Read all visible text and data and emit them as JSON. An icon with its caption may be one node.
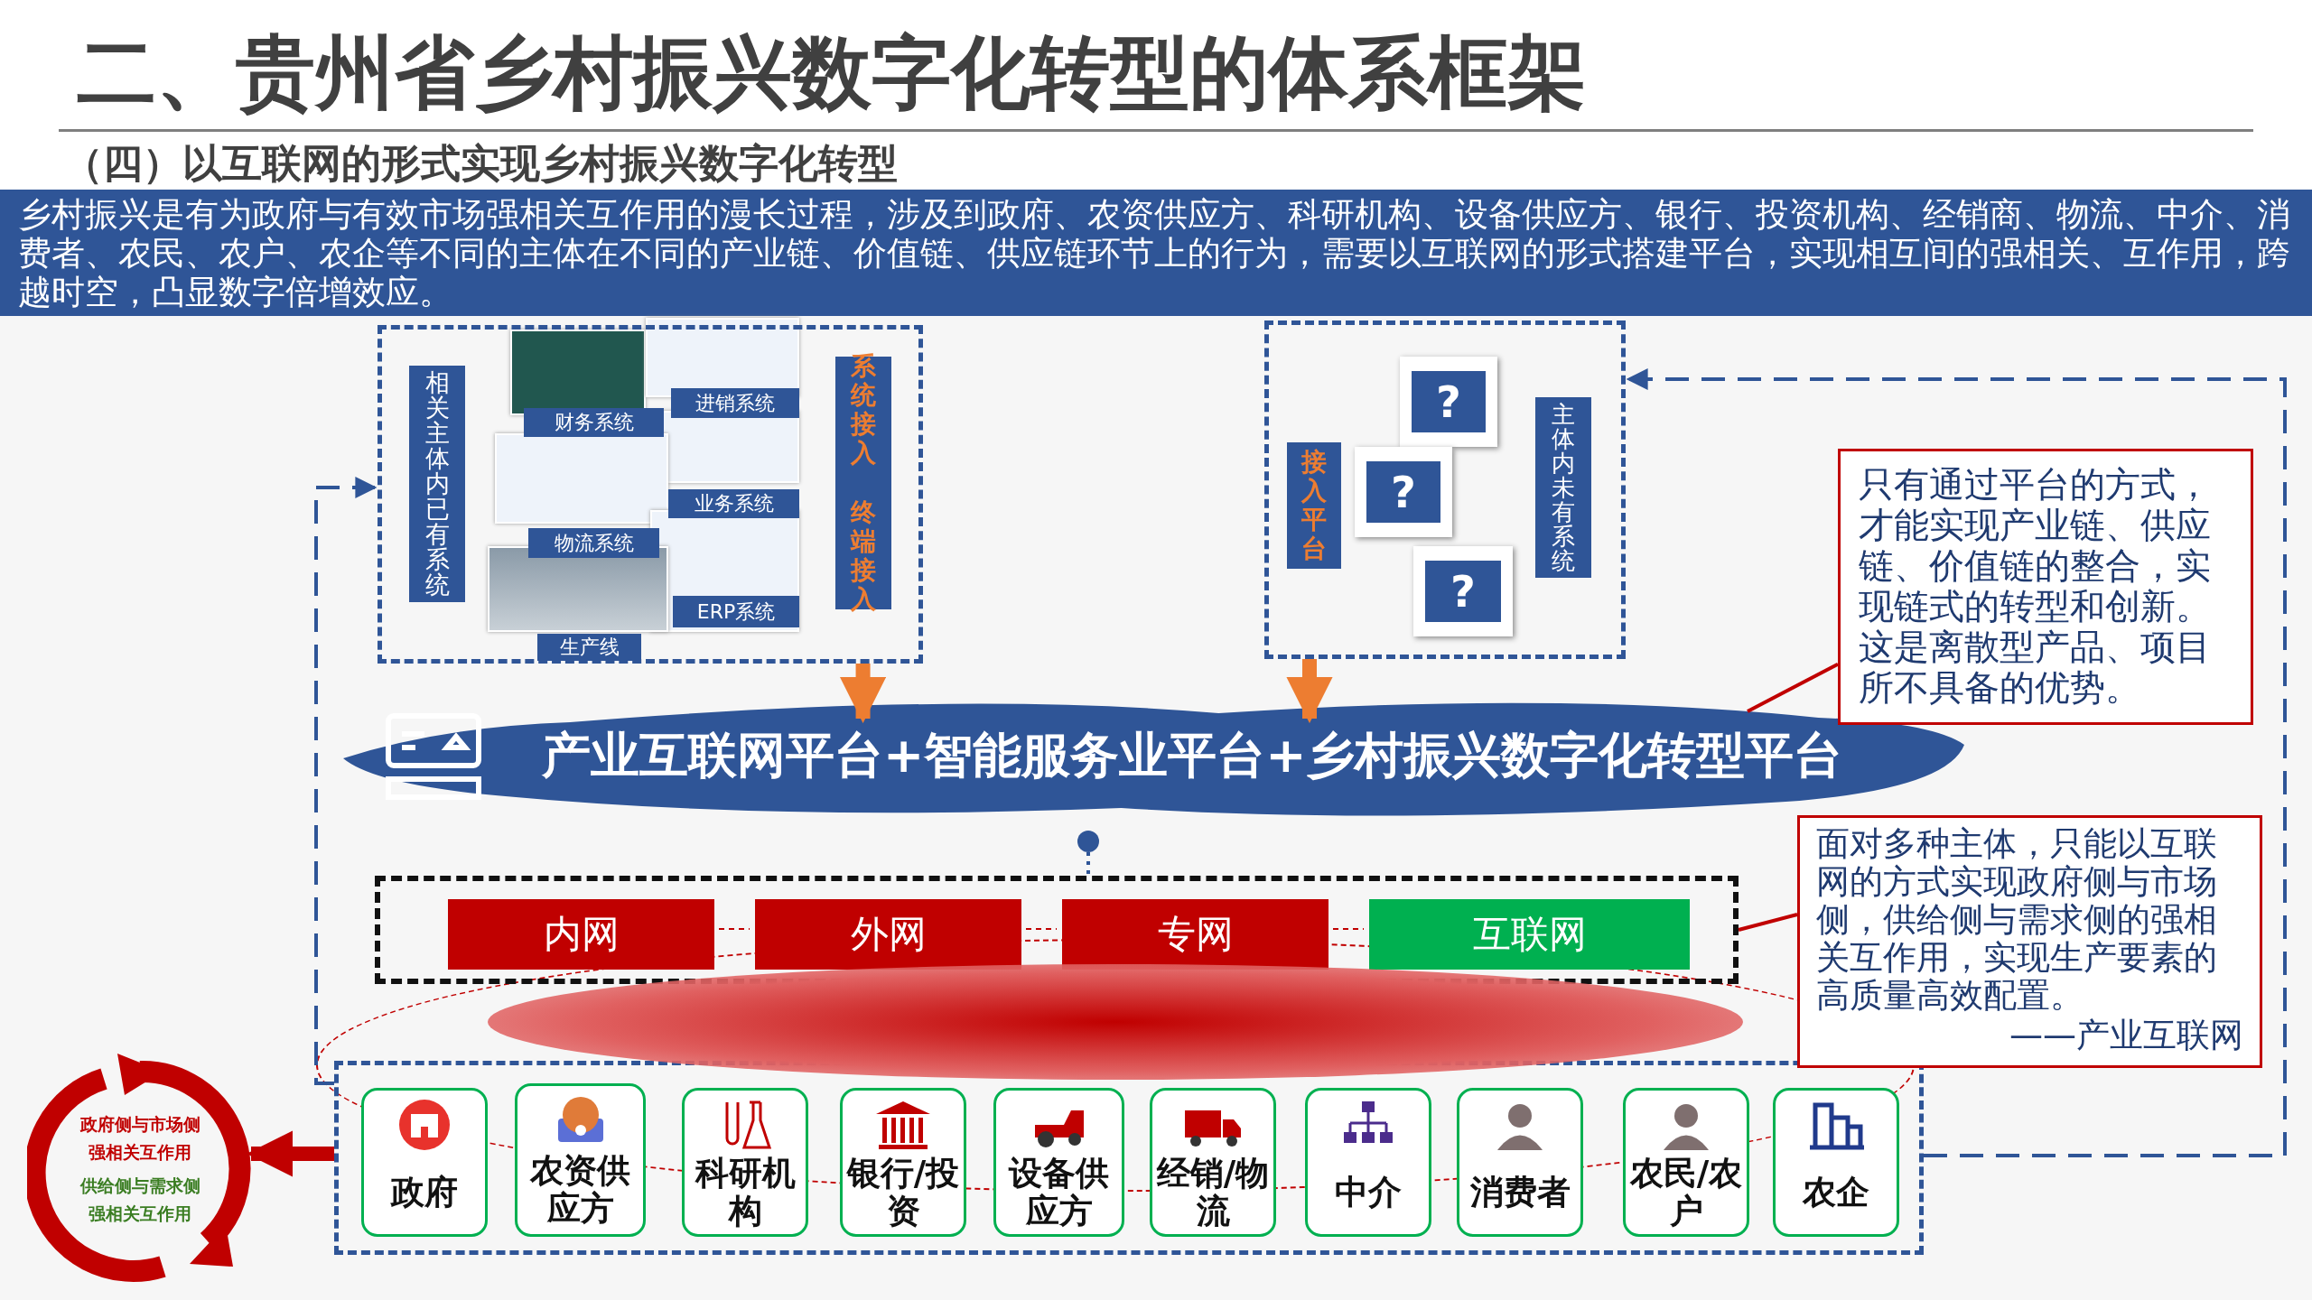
{
  "diagram": {
    "title": "二、贵州省乡村振兴数字化转型的体系框架",
    "nodes": [
      {
        "text": [],
        "shape": "box"
      },
      {
        "text": [
          "相关主体内已有系统"
        ],
        "in": 0
      },
      {
        "text": [
          "财务系统"
        ],
        "in": 0
      },
      {
        "text": [
          "进销系统"
        ],
        "in": 0
      },
      {
        "text": [
          "业务系统"
        ],
        "in": 0
      },
      {
        "text": [
          "物流系统"
        ],
        "in": 0
      },
      {
        "text": [
          "ERP系统"
        ],
        "in": 0
      },
      {
        "text": [
          "生产线"
        ],
        "in": 0
      },
      {
        "text": [
          "系统接入",
          "终端接入"
        ],
        "in": 0
      },
      {
        "text": [],
        "shape": "box"
      },
      {
        "text": [
          "接入平台"
        ],
        "in": 9
      },
      {
        "text": [
          "?"
        ],
        "in": 9
      },
      {
        "text": [
          "?"
        ],
        "in": 9
      },
      {
        "text": [
          "?"
        ],
        "in": 9
      },
      {
        "text": [
          "主体内未有系统"
        ],
        "in": 9
      },
      {
        "text": [
          "只有通过平台的方式，才能实现产业链、供应链、价值链的整合，实现链式的转型和创新。这是离散型产品、项目所不具备的优势。"
        ]
      },
      {
        "text": [
          "产业互联网平台+智能服务业平台+乡村振兴数字化转型平台"
        ]
      },
      {
        "text": [],
        "shape": "box"
      },
      {
        "text": [
          "内网"
        ],
        "in": 17
      },
      {
        "text": [
          "外网"
        ],
        "in": 17
      },
      {
        "text": [
          "专网"
        ],
        "in": 17
      },
      {
        "text": [
          "互联网"
        ],
        "in": 17
      },
      {
        "text": [
          "面对多种主体，只能以互联网的方式实现政府侧与市场侧，供给侧与需求侧的强相关互作用，实现生产要素的高质量高效配置。",
          "——产业互联网"
        ]
      },
      {
        "text": [],
        "shape": "box"
      },
      {
        "text": [
          "政府"
        ],
        "in": 23
      },
      {
        "text": [
          "农资供应方"
        ],
        "in": 23
      },
      {
        "text": [
          "科研机构"
        ],
        "in": 23
      },
      {
        "text": [
          "银行/投资"
        ],
        "in": 23
      },
      {
        "text": [
          "设备供应方"
        ],
        "in": 23
      },
      {
        "text": [
          "经销/物流"
        ],
        "in": 23
      },
      {
        "text": [
          "中介"
        ],
        "in": 23
      },
      {
        "text": [
          "消费者"
        ],
        "in": 23
      },
      {
        "text": [
          "农民/农户"
        ],
        "in": 23
      },
      {
        "text": [
          "农企"
        ],
        "in": 23
      },
      {
        "text": [
          "政府侧与市场侧强相关互作用",
          "供给侧与需求侧强相关互作用"
        ]
      },
      {
        "text": [],
        "shape": "circle"
      },
      {
        "text": [],
        "shape": "ellipse"
      }
    ],
    "edges": [
      {
        "from": 0,
        "to": 16,
        "arrow": "to",
        "style": "thick",
        "color": "#ed7d31"
      },
      {
        "from": 9,
        "to": 16,
        "arrow": "to",
        "style": "thick",
        "color": "#ed7d31"
      },
      {
        "from": 23,
        "to": 0,
        "arrow": "to",
        "style": "dashed",
        "color": "#2f5597"
      },
      {
        "from": 23,
        "to": 9,
        "arrow": "to",
        "style": "dashed",
        "color": "#2f5597"
      },
      {
        "from": 15,
        "to": 16,
        "arrow": "none",
        "color": "#c00000"
      },
      {
        "from": 35,
        "to": 17,
        "arrow": "none",
        "style": "dashed",
        "color": "#2f5597"
      },
      {
        "from": 22,
        "to": 17,
        "arrow": "none",
        "color": "#c00000"
      },
      {
        "from": 23,
        "to": 34,
        "arrow": "to",
        "style": "thick",
        "color": "#c00000"
      },
      {
        "from": 18,
        "to": 19,
        "arrow": "none",
        "style": "dashed",
        "color": "#c00000"
      },
      {
        "from": 19,
        "to": 20,
        "arrow": "none",
        "style": "dashed",
        "color": "#c00000"
      },
      {
        "from": 20,
        "to": 21,
        "arrow": "none",
        "style": "dashed",
        "color": "#c00000"
      }
    ],
    "labels": [
      "（四）以互联网的形式实现乡村振兴数字化转型",
      "乡村振兴是有为政府与有效市场强相关互作用的漫长过程，涉及到政府、农资供应方、科研机构、设备供应方、银行、投资机构、经销商、物流、中介、消费者、农民、农户、农企等不同的主体在不同的产业链、价值链、供应链环节上的行为，需要以互联网的形式搭建平台，实现相互间的强相关、互作用，跨越时空，凸显数字倍增效应。"
    ]
  }
}
